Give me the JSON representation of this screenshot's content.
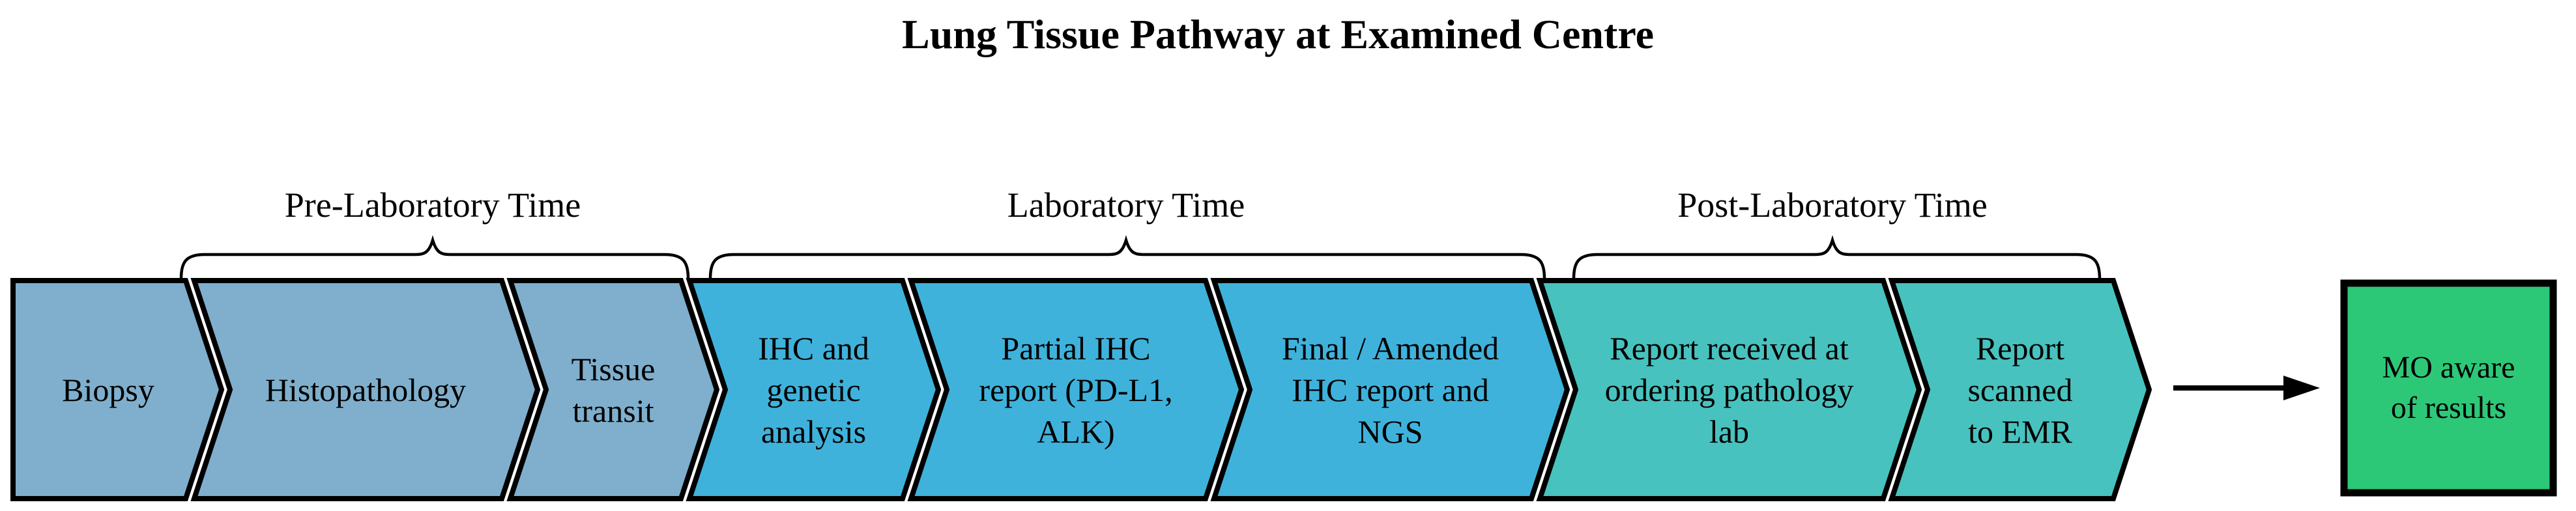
{
  "title": "Lung Tissue Pathway at Examined Centre",
  "sections": [
    {
      "label": "Pre-Laboratory Time"
    },
    {
      "label": "Laboratory Time"
    },
    {
      "label": "Post-Laboratory Time"
    }
  ],
  "steps": [
    {
      "label": "Biopsy",
      "color": "#7FAFCC"
    },
    {
      "label": "Histopathology",
      "color": "#7FAFCC"
    },
    {
      "label": "Tissue\ntransit",
      "color": "#7FAFCC"
    },
    {
      "label": "IHC and\ngenetic\nanalysis",
      "color": "#3FB2DB"
    },
    {
      "label": "Partial IHC\nreport (PD-L1,\nALK)",
      "color": "#3FB2DB"
    },
    {
      "label": "Final / Amended\nIHC report and\nNGS",
      "color": "#3FB2DB"
    },
    {
      "label": "Report received at\nordering pathology\nlab",
      "color": "#48C2BE"
    },
    {
      "label": "Report\nscanned\nto EMR",
      "color": "#48C2BE"
    }
  ],
  "result_box": {
    "label": "MO aware\nof results",
    "color": "#2DC877"
  },
  "colors": {
    "outline": "#000000",
    "background": "#FFFFFF",
    "pre_laboratory": "#7FAFCC",
    "laboratory": "#3FB2DB",
    "post_laboratory": "#48C2BE",
    "result": "#2DC877"
  }
}
